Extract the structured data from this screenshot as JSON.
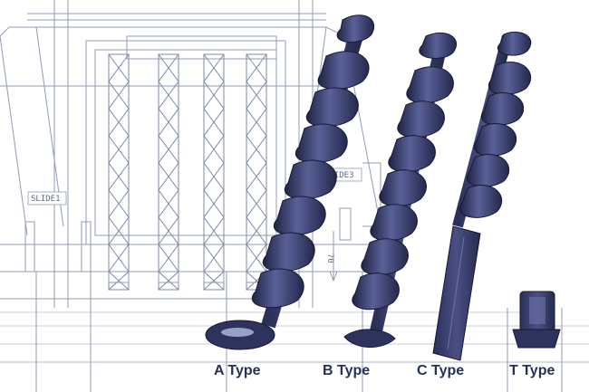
{
  "colors": {
    "background": "#ffffff",
    "blueprint": "#8f9cb5",
    "blueprint_dark": "#5a6a86",
    "screw_dark": "#1f2444",
    "screw_mid": "#3a4070",
    "screw_light": "#6c73a8",
    "label": "#24325a"
  },
  "drawing": {
    "slide_left": "SLIDE1",
    "slide_right": "SLIDE3",
    "dimension": "70"
  },
  "labels": {
    "a_type": "A Type",
    "b_type": "B Type",
    "c_type": "C Type",
    "t_type": "T Type"
  }
}
